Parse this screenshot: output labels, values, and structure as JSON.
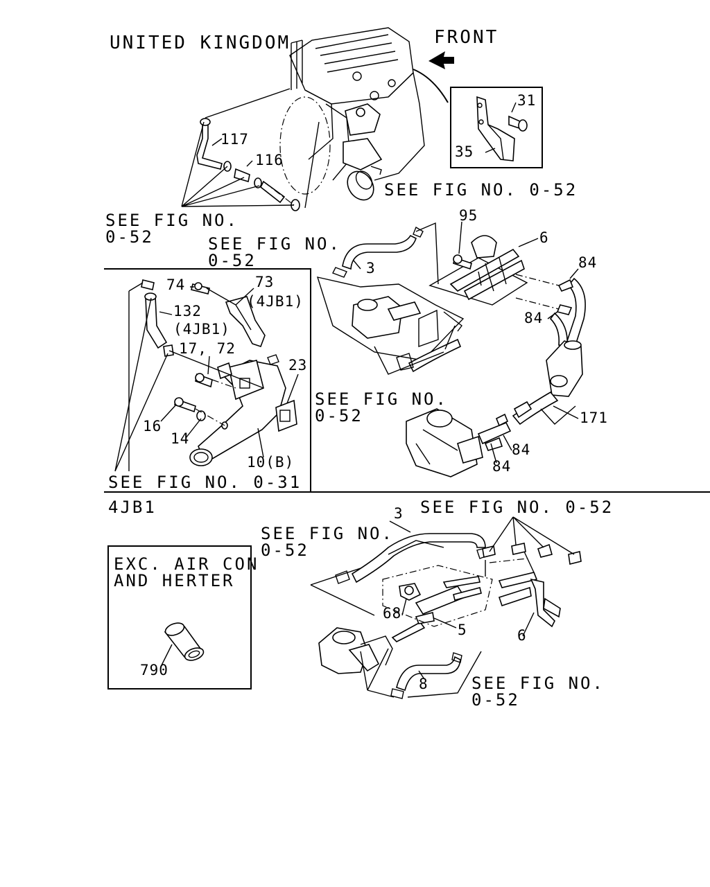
{
  "header": {
    "region_label": "UNITED KINGDOM",
    "front_label": "FRONT"
  },
  "callouts": {
    "see_fig_052_a1": "SEE FIG NO.",
    "see_fig_052_a2": "0-52",
    "see_fig_052_b1": "SEE FIG NO.",
    "see_fig_052_b2": "0-52",
    "see_fig_052_c": "SEE FIG NO. 0-52",
    "see_fig_052_d1": "SEE FIG NO.",
    "see_fig_052_d2": "0-52",
    "see_fig_031": "SEE FIG NO. 0-31",
    "see_fig_052_e": "SEE FIG NO. 0-52",
    "see_fig_052_f1": "SEE FIG NO.",
    "see_fig_052_f2": "0-52",
    "see_fig_052_g1": "SEE FIG NO.",
    "see_fig_052_g2": "0-52"
  },
  "section": {
    "engine_label": "4JB1",
    "exception_line1": "EXC. AIR CON",
    "exception_line2": "AND HERTER"
  },
  "parts": {
    "p31": "31",
    "p35": "35",
    "p117": "117",
    "p116": "116",
    "p95": "95",
    "p6a": "6",
    "p3a": "3",
    "p84a": "84",
    "p84b": "84",
    "p84c": "84",
    "p84d": "84",
    "p171": "171",
    "p74": "74",
    "p73": "73",
    "p73note": "(4JB1)",
    "p132": "132",
    "p132note": "(4JB1)",
    "p1772": "17, 72",
    "p23": "23",
    "p16": "16",
    "p14": "14",
    "p10b": "10(B)",
    "p3b": "3",
    "p68": "68",
    "p5": "5",
    "p6b": "6",
    "p8": "8",
    "p790": "790"
  }
}
